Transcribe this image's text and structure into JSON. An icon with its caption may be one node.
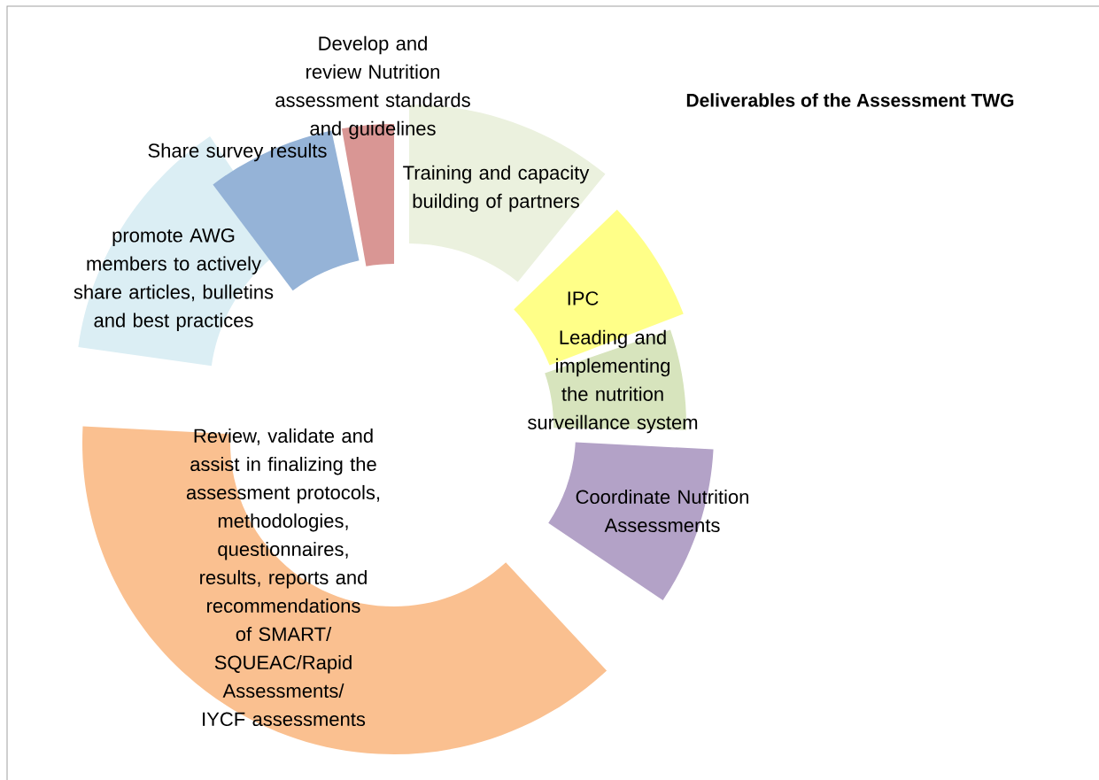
{
  "diagram": {
    "title": "Deliverables of the Assessment TWG",
    "nodes": [
      {
        "text": [
          "Develop and review Nutrition assessment standards and guidelines"
        ]
      },
      {
        "text": [
          "Share survey results"
        ]
      },
      {
        "text": [
          "Training and capacity building of partners"
        ]
      },
      {
        "text": [
          "promote AWG members to actively share articles, bulletins and best practices"
        ]
      },
      {
        "text": [
          "IPC"
        ]
      },
      {
        "text": [
          "Leading and implementing the nutrition surveillance system"
        ]
      },
      {
        "text": [
          "Review, validate and assist in finalizing the assessment protocols, methodologies, questionnaires, results, reports and recommendations of SMART/ SQUEAC/Rapid Assessments/ IYCF assessments"
        ]
      },
      {
        "text": [
          "Coordinate Nutrition Assessments"
        ]
      }
    ]
  }
}
